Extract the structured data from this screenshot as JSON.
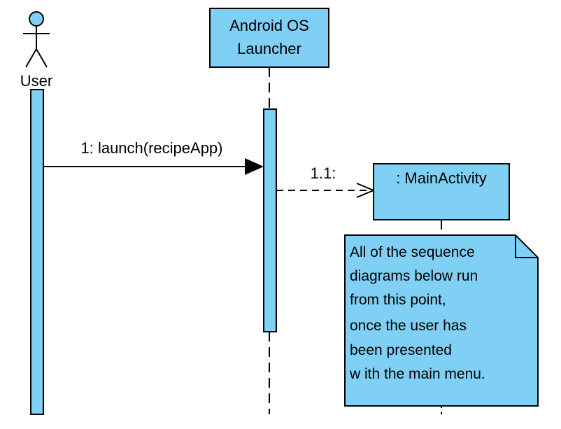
{
  "colors": {
    "fill": "#7fd0f4",
    "stroke": "#000000",
    "background": "#ffffff"
  },
  "actor": {
    "name": "User"
  },
  "launcher": {
    "line1": "Android OS",
    "line2": "Launcher"
  },
  "main_activity": {
    "label": ": MainActivity"
  },
  "messages": [
    {
      "label": "1: launch(recipeApp)"
    },
    {
      "label": "1.1:"
    }
  ],
  "note": {
    "lines": [
      "All of the sequence",
      "diagrams below  run",
      "from this point,",
      "once the user has",
      "been presented",
      "w ith the main menu."
    ]
  }
}
